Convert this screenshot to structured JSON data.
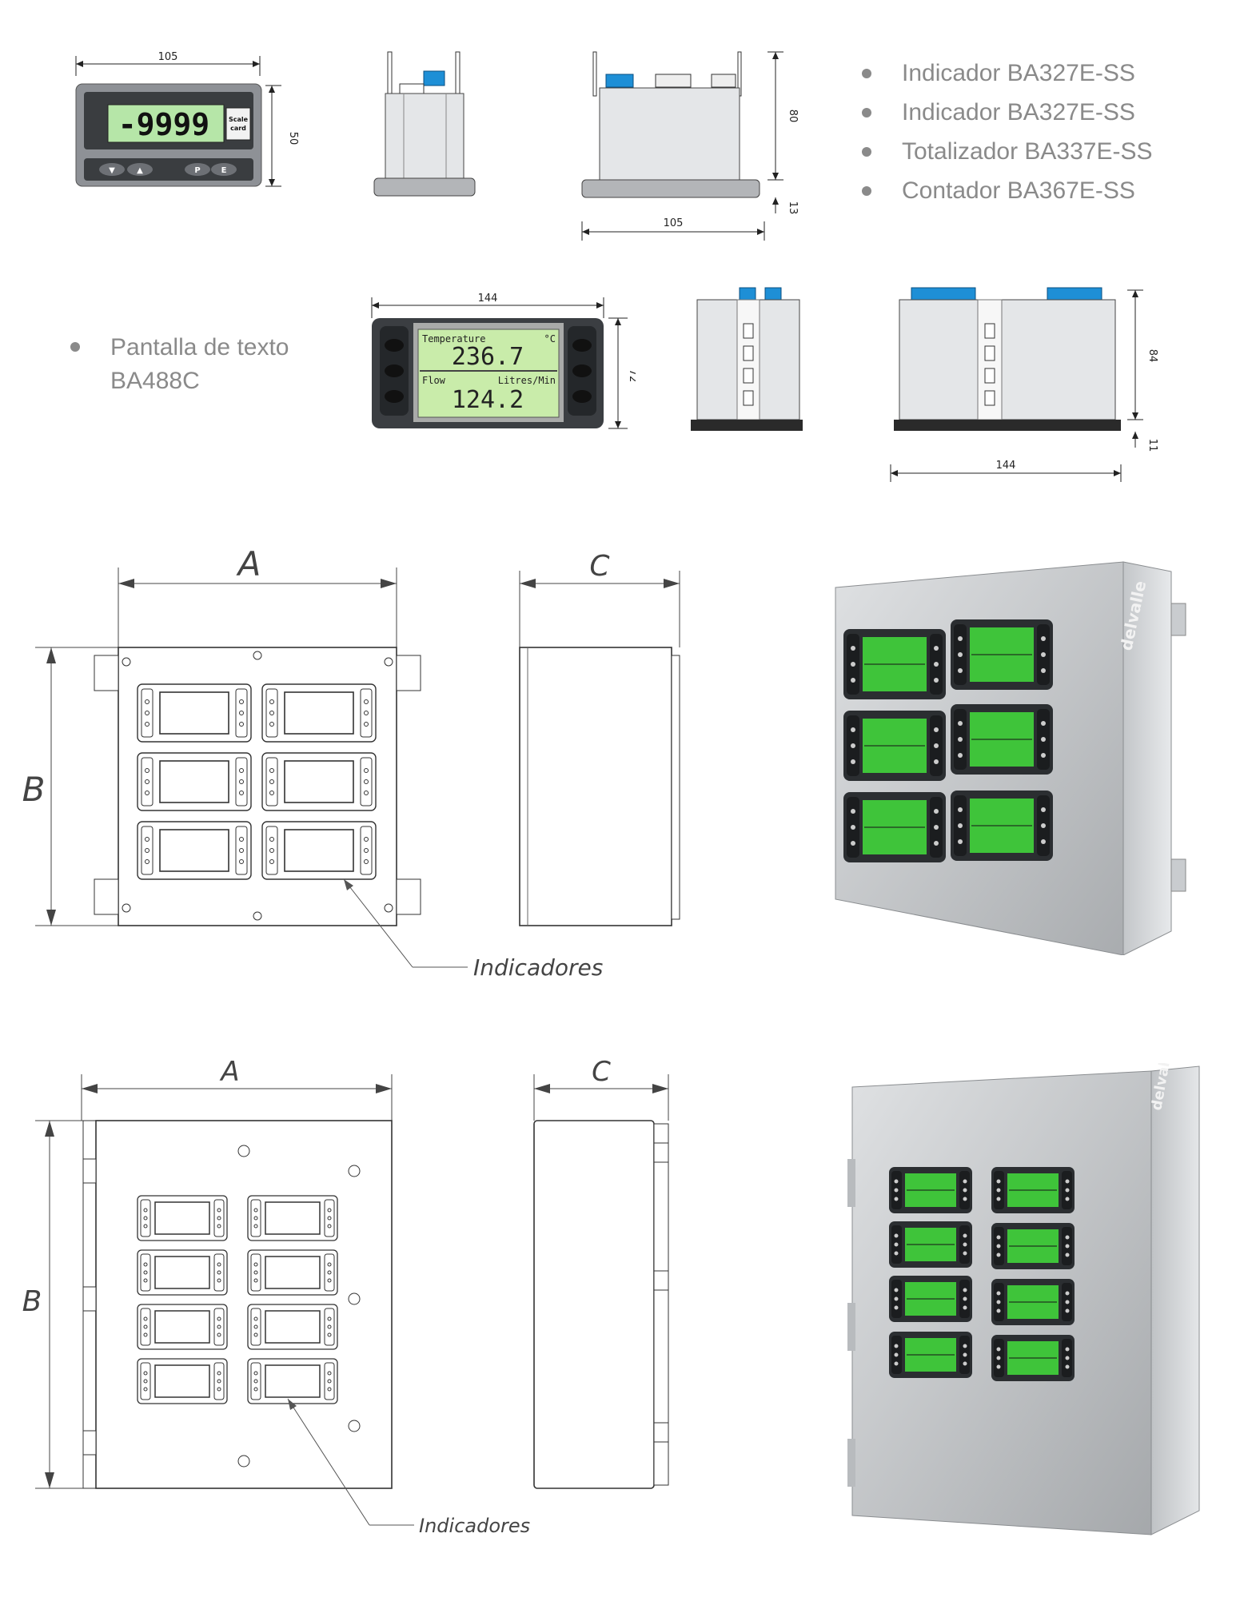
{
  "products_top": {
    "items": [
      "Indicador BA327E-SS",
      "Indicador BA327E-SS",
      "Totalizador BA337E-SS",
      "Contador BA367E-SS"
    ],
    "dim_width": "105",
    "dim_height_side": "80",
    "dim_bezel": "13",
    "dim_height_front": "50",
    "display_value": "-9999",
    "scale_card": [
      "Scale",
      "card"
    ],
    "keys": [
      "▼",
      "▲",
      "P",
      "E"
    ]
  },
  "product_text": {
    "label_lines": [
      "Pantalla de texto",
      "BA488C"
    ],
    "dim_width": "144",
    "dim_height": "72",
    "dim_side_height": "84",
    "dim_bezel": "11",
    "screen": {
      "line1_label": "Temperature",
      "line1_unit": "°C",
      "line1_value": "236.7",
      "line2_label": "Flow",
      "line2_unit": "Litres/Min",
      "line2_value": "124.2"
    }
  },
  "enclosures": {
    "dim_a": "A",
    "dim_b": "B",
    "dim_c": "C",
    "callout": "Indicadores",
    "brand": "delvalle"
  },
  "colors": {
    "lcd_green": "#c9ecaa",
    "render_green": "#3fc43a",
    "terminal_blue": "#1e8fd6",
    "steel": "#c9cccf",
    "bullet_grey": "#8a8a8a"
  }
}
